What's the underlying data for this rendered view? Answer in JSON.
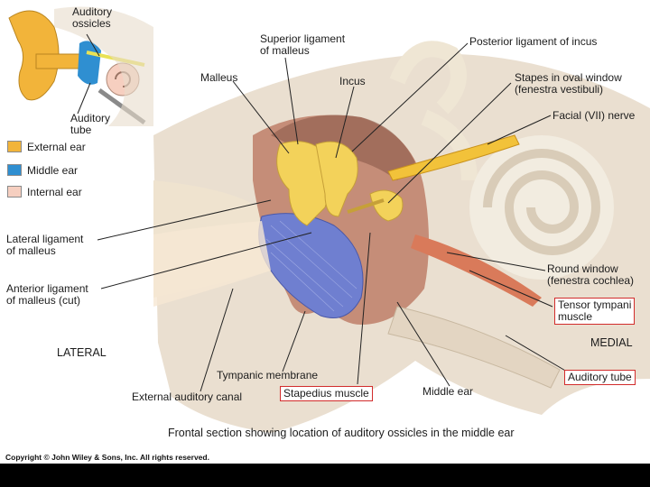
{
  "labels": {
    "auditory_ossicles": "Auditory\nossicles",
    "auditory_tube_small": "Auditory\ntube",
    "superior_ligament": "Superior ligament\nof malleus",
    "posterior_ligament": "Posterior ligament of incus",
    "malleus": "Malleus",
    "incus": "Incus",
    "stapes": "Stapes in oval window\n(fenestra vestibuli)",
    "facial_nerve": "Facial (VII) nerve",
    "lateral_ligament": "Lateral ligament\nof malleus",
    "anterior_ligament": "Anterior ligament\nof malleus (cut)",
    "round_window": "Round window\n(fenestra cochlea)",
    "tensor_tympani": "Tensor tympani\nmuscle",
    "lateral": "LATERAL",
    "medial": "MEDIAL",
    "auditory_tube": "Auditory tube",
    "tympanic_membrane": "Tympanic membrane",
    "external_canal": "External auditory canal",
    "stapedius": "Stapedius muscle",
    "middle_ear": "Middle ear"
  },
  "legend": [
    {
      "label": "External ear",
      "color": "#f2b43a"
    },
    {
      "label": "Middle ear",
      "color": "#2f8fd1"
    },
    {
      "label": "Internal ear",
      "color": "#f6cfc0"
    }
  ],
  "caption": "Frontal section showing location of auditory ossicles in the middle ear",
  "copyright": "Copyright © John Wiley & Sons, Inc. All rights reserved.",
  "colors": {
    "highlight_box": "#d22c2c",
    "bone": "#e8dccb",
    "ossicles": "#f3d25a",
    "tympanic_membrane": "#6f7fd0"
  }
}
